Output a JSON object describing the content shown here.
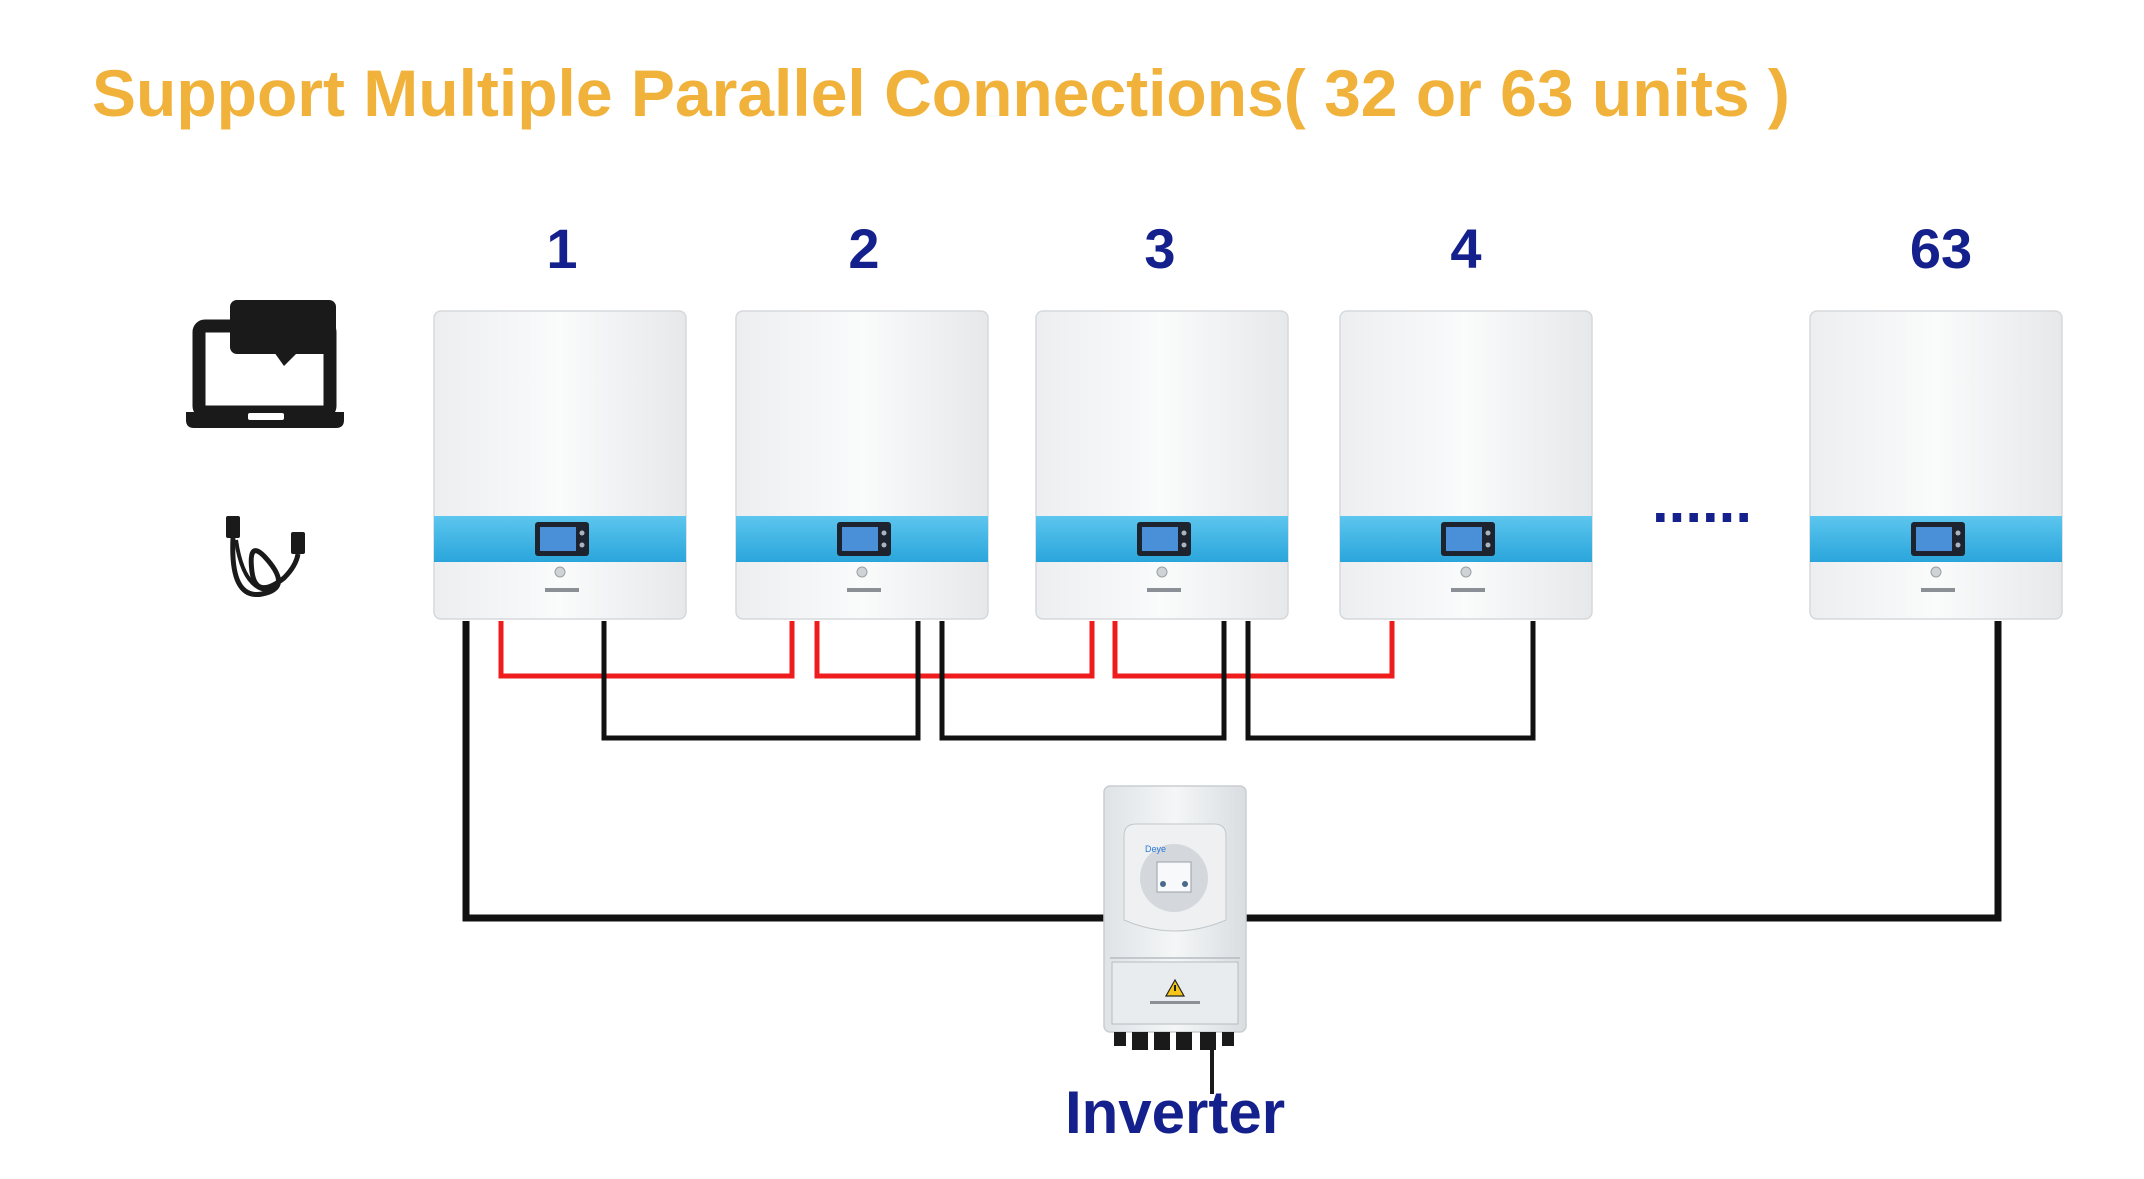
{
  "title": "Support Multiple Parallel Connections( 32 or 63 units )",
  "ellipsis": "......",
  "inverter_label": "Inverter",
  "battery_units": [
    {
      "label": "1"
    },
    {
      "label": "2"
    },
    {
      "label": "3"
    },
    {
      "label": "4"
    },
    {
      "label": "63"
    }
  ],
  "icons": [
    "laptop-chat-icon",
    "communication-cable-icon",
    "warning-triangle-icon"
  ],
  "colors": {
    "title": "#f0b23a",
    "unit_label": "#14208c",
    "band": "#3ab5e6",
    "red_wire": "#ee1c1c",
    "black_wire": "#111111"
  }
}
